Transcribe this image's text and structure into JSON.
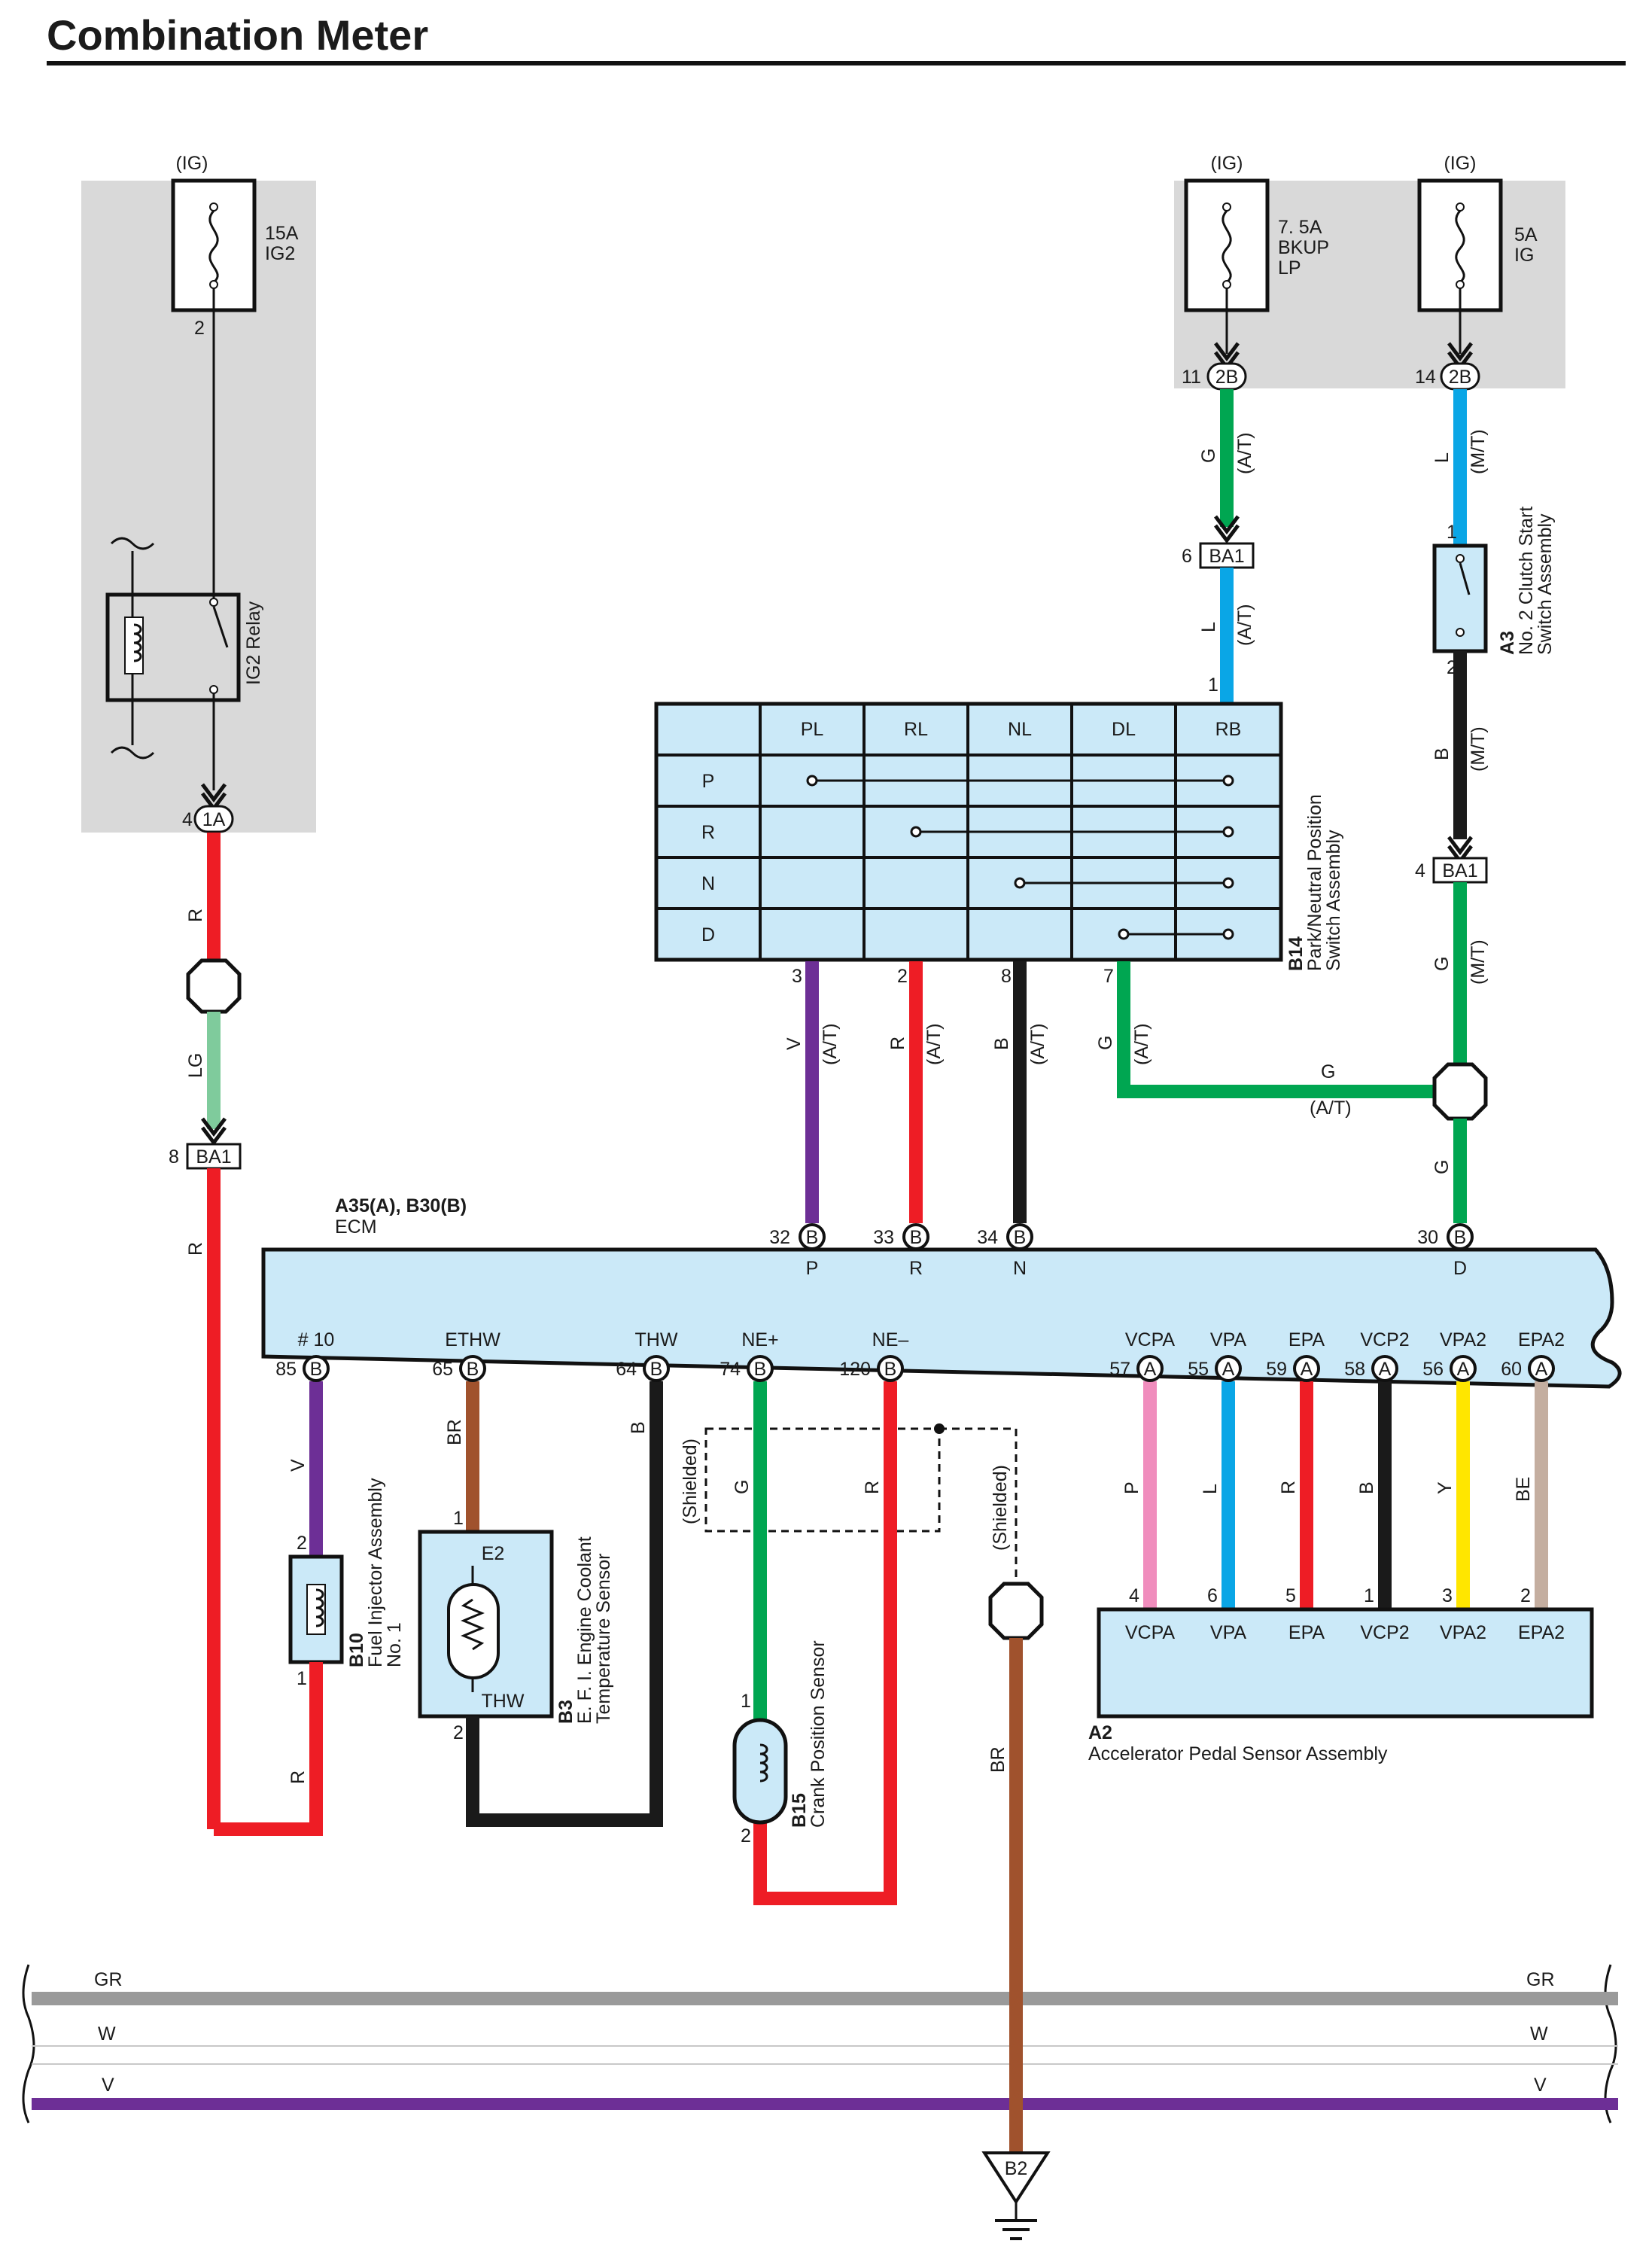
{
  "title": "Combination Meter",
  "colors": {
    "panel": "#cbe9f8",
    "grey_box": "#d9d9d9",
    "R": "#ee1d25",
    "LG": "#7fcb9c",
    "V": "#6d2f96",
    "BR": "#a0522d",
    "B": "#1a1a1a",
    "G": "#00a651",
    "L": "#0aa6e6",
    "P": "#f08dbd",
    "Y": "#ffe600",
    "BE": "#c4aea0",
    "GR": "#9a9a9a",
    "W": "#ffffff"
  },
  "fuses": {
    "ig2": {
      "src": "(IG)",
      "rating": "15A",
      "name": "IG2",
      "pin": "2",
      "conn_pin": "4",
      "conn": "1A"
    },
    "bkup": {
      "src": "(IG)",
      "rating": "7. 5A",
      "name1": "BKUP",
      "name2": "LP",
      "conn_pin": "11",
      "conn": "2B"
    },
    "ig": {
      "src": "(IG)",
      "rating": "5A",
      "name": "IG",
      "conn_pin": "14",
      "conn": "2B"
    }
  },
  "relay": {
    "name": "IG2 Relay"
  },
  "connectors": {
    "ba1_a": {
      "pin": "6",
      "name": "BA1"
    },
    "ba1_b": {
      "pin": "4",
      "name": "BA1"
    },
    "ba1_c": {
      "pin": "8",
      "name": "BA1"
    }
  },
  "clutch_switch": {
    "code": "A3",
    "line1": "No. 2 Clutch Start",
    "line2": "Switch Assembly",
    "pin_top": "1",
    "pin_bot": "2"
  },
  "pnp_switch": {
    "code": "B14",
    "line1": "Park/Neutral Position",
    "line2": "Switch Assembly",
    "columns": [
      "PL",
      "RL",
      "NL",
      "DL",
      "RB"
    ],
    "rows": [
      "P",
      "R",
      "N",
      "D"
    ],
    "pins": [
      "3",
      "2",
      "8",
      "7"
    ],
    "in_pin": "1"
  },
  "ecm": {
    "code": "A35(A), B30(B)",
    "name": "ECM",
    "top_pins": [
      {
        "num": "32",
        "conn": "B",
        "label": "P"
      },
      {
        "num": "33",
        "conn": "B",
        "label": "R"
      },
      {
        "num": "34",
        "conn": "B",
        "label": "N"
      },
      {
        "num": "30",
        "conn": "B",
        "label": "D"
      }
    ],
    "bottom_pins": [
      {
        "num": "85",
        "conn": "B",
        "label": "# 10"
      },
      {
        "num": "65",
        "conn": "B",
        "label": "ETHW"
      },
      {
        "num": "64",
        "conn": "B",
        "label": "THW"
      },
      {
        "num": "74",
        "conn": "B",
        "label": "NE+"
      },
      {
        "num": "120",
        "conn": "B",
        "label": "NE–"
      },
      {
        "num": "57",
        "conn": "A",
        "label": "VCPA"
      },
      {
        "num": "55",
        "conn": "A",
        "label": "VPA"
      },
      {
        "num": "59",
        "conn": "A",
        "label": "EPA"
      },
      {
        "num": "58",
        "conn": "A",
        "label": "VCP2"
      },
      {
        "num": "56",
        "conn": "A",
        "label": "VPA2"
      },
      {
        "num": "60",
        "conn": "A",
        "label": "EPA2"
      }
    ]
  },
  "wire_labels": {
    "r": "R",
    "lg": "LG",
    "v": "V",
    "br": "BR",
    "b": "B",
    "g": "G",
    "l": "L",
    "p": "P",
    "y": "Y",
    "be": "BE",
    "at": "(A/T)",
    "mt": "(M/T)",
    "shielded": "(Shielded)"
  },
  "injector": {
    "code": "B10",
    "line1": "Fuel Injector Assembly",
    "line2": "No. 1",
    "pin_top": "2",
    "pin_bot": "1"
  },
  "coolant_sensor": {
    "code": "B3",
    "line1": "E. F. I. Engine Coolant",
    "line2": "Temperature Sensor",
    "term_top": "E2",
    "term_bot": "THW",
    "pin_top": "1",
    "pin_bot": "2"
  },
  "crank_sensor": {
    "code": "B15",
    "line1": "Crank Position Sensor",
    "pin_top": "1",
    "pin_bot": "2"
  },
  "accel_sensor": {
    "code": "A2",
    "name": "Accelerator Pedal Sensor Assembly",
    "pins": [
      "4",
      "6",
      "5",
      "1",
      "3",
      "2"
    ],
    "labels": [
      "VCPA",
      "VPA",
      "EPA",
      "VCP2",
      "VPA2",
      "EPA2"
    ]
  },
  "bus_lines": [
    "GR",
    "W",
    "V"
  ],
  "ground": {
    "name": "B2"
  }
}
